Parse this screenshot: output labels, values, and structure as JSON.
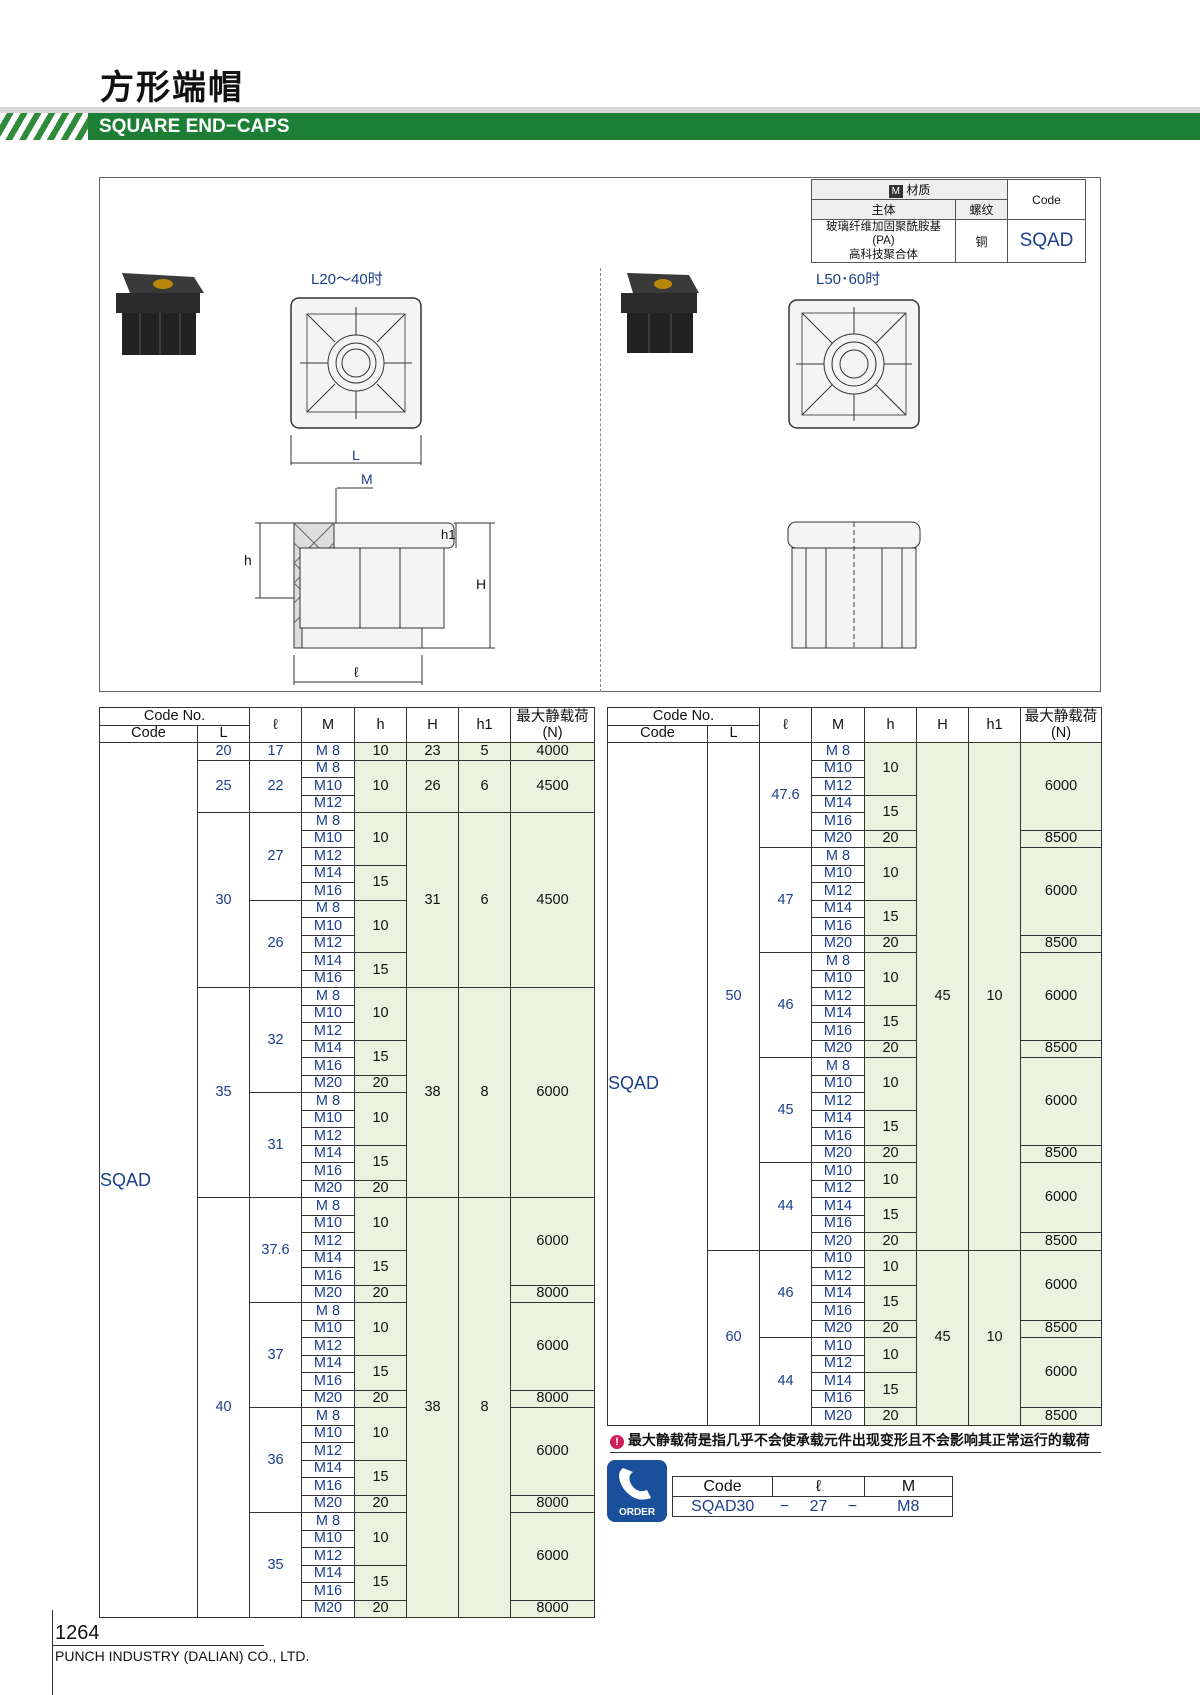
{
  "header": {
    "title_cn": "方形端帽",
    "title_en": "SQUARE END−CAPS"
  },
  "material": {
    "m_badge": "M",
    "material_label": "材质",
    "body_label": "主体",
    "thread_label": "螺纹",
    "code_label": "Code",
    "body_value_1": "玻璃纤维加固聚酰胺基(PA)",
    "body_value_2": "高科技聚合体",
    "thread_value": "铜",
    "code_value": "SQAD"
  },
  "drawings": {
    "left_label": "L20～40时",
    "right_label": "L50･60时",
    "dim_L": "L",
    "dim_M": "M",
    "dim_h": "h",
    "dim_h1": "h1",
    "dim_H": "H",
    "dim_l": "ℓ"
  },
  "tables": {
    "code_no": "Code No.",
    "code": "Code",
    "L": "L",
    "l": "ℓ",
    "M": "M",
    "h": "h",
    "H": "H",
    "h1": "h1",
    "load": "最大静载荷",
    "load_unit": "(N)",
    "series": "SQAD"
  },
  "note": "最大静载荷是指几乎不会使承载元件出现变形且不会影响其正常运行的载荷",
  "order": {
    "badge": "ORDER",
    "h_code": "Code",
    "h_l": "ℓ",
    "h_m": "M",
    "v_code": "SQAD30",
    "dash": "−",
    "v_l": "27",
    "v_m": "M8"
  },
  "footer": {
    "page": "1264",
    "company": "PUNCH INDUSTRY (DALIAN) CO., LTD."
  },
  "left_rows": [
    {
      "L": "20",
      "l": "17",
      "M": [
        "M 8"
      ],
      "h": [
        "10"
      ],
      "H": "23",
      "h1": "5",
      "load": [
        "4000"
      ]
    },
    {
      "L": "25",
      "l": "22",
      "M": [
        "M 8",
        "M10",
        "M12"
      ],
      "h": [
        "10"
      ],
      "H": "26",
      "h1": "6",
      "load": [
        "4500"
      ]
    }
  ]
}
